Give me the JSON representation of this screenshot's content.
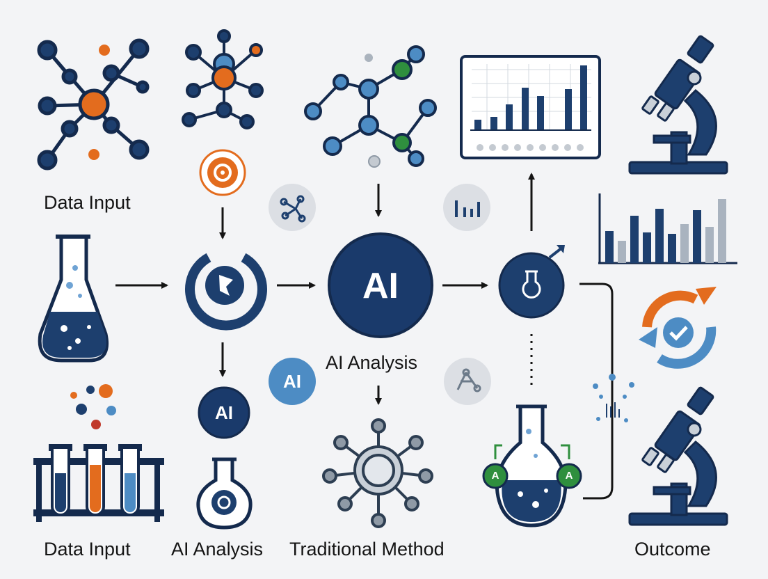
{
  "labels": {
    "data_input_top": "Data Input",
    "ai_analysis_center": "AI Analysis",
    "data_input_bottom": "Data Input",
    "ai_analysis_bottom": "AI Analysis",
    "traditional_method": "Traditional Method",
    "outcome": "Outcome"
  },
  "badges": {
    "ai_main": "AI",
    "ai_small_left": "AI",
    "ai_small_blue": "AI",
    "flask_marker_left": "A",
    "flask_marker_right": "A"
  },
  "colors": {
    "navy": "#1d3f6e",
    "dark": "#142a4d",
    "orange": "#e36c1e",
    "green": "#2f8f3e",
    "light_blue": "#4d8cc4",
    "grey_circle": "#dcdfe4",
    "steel": "#8f9aa6"
  }
}
